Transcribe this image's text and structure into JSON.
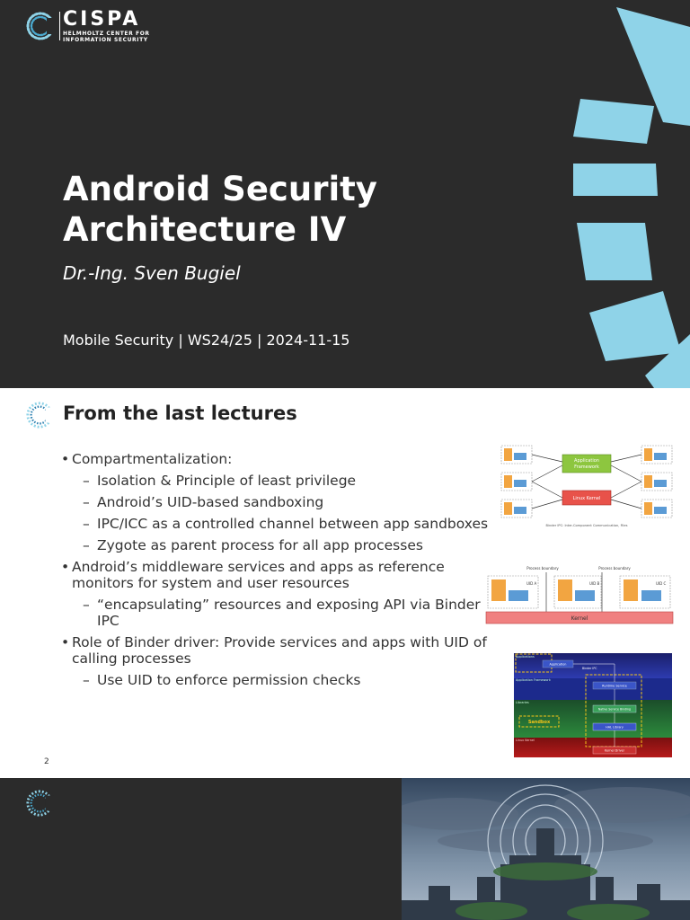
{
  "slide1": {
    "logo": {
      "name": "CISPA",
      "subtitle_line1": "HELMHOLTZ CENTER FOR",
      "subtitle_line2": "INFORMATION SECURITY"
    },
    "title_line1": "Android Security",
    "title_line2": "Architecture IV",
    "author": "Dr.-Ing. Sven Bugiel",
    "meta": "Mobile Security | WS24/25 | 2024-11-15",
    "colors": {
      "background": "#2b2b2b",
      "accent": "#8fd3e8"
    }
  },
  "slide2": {
    "title": "From the last lectures",
    "page_number": "2",
    "bullets": [
      {
        "text": "Compartmentalization:",
        "sub": [
          "Isolation & Principle of least privilege",
          "Android’s UID-based sandboxing",
          "IPC/ICC as a controlled channel between app sandboxes",
          "Zygote as parent process for all app processes"
        ]
      },
      {
        "text": "Android’s middleware services and apps as reference monitors for system and user resources",
        "sub": [
          "“encapsulating” resources and exposing API via Binder IPC"
        ]
      },
      {
        "text": "Role of Binder driver: Provide services and apps with UID of calling processes",
        "sub": [
          "Use UID to enforce permission checks"
        ]
      }
    ],
    "figure1": {
      "framework_label_1": "Application",
      "framework_label_2": "Framework",
      "kernel_label": "Linux Kernel",
      "caption": "Binder IPC: Inter-Component Communication, Files"
    },
    "figure2": {
      "boundary_label_1": "Process boundary",
      "boundary_label_2": "Process boundary",
      "uid_a": "UID A",
      "uid_b": "UID B",
      "uid_c": "UID C",
      "kernel_label": "Kernel"
    },
    "figure3": {
      "applications": "Applications",
      "application": "Application",
      "binder_ipc": "Binder IPC",
      "app_framework": "Application Framework",
      "system_service": "Runtime Service",
      "libraries": "Libraries",
      "native_service": "Native Service Binding",
      "hal_library": "HAL Library",
      "sandbox": "Sandbox",
      "linux_kernel": "Linux Kernel",
      "kernel_driver": "Kernel Driver"
    }
  },
  "slide3": {
    "colors": {
      "background": "#2b2b2b"
    }
  }
}
